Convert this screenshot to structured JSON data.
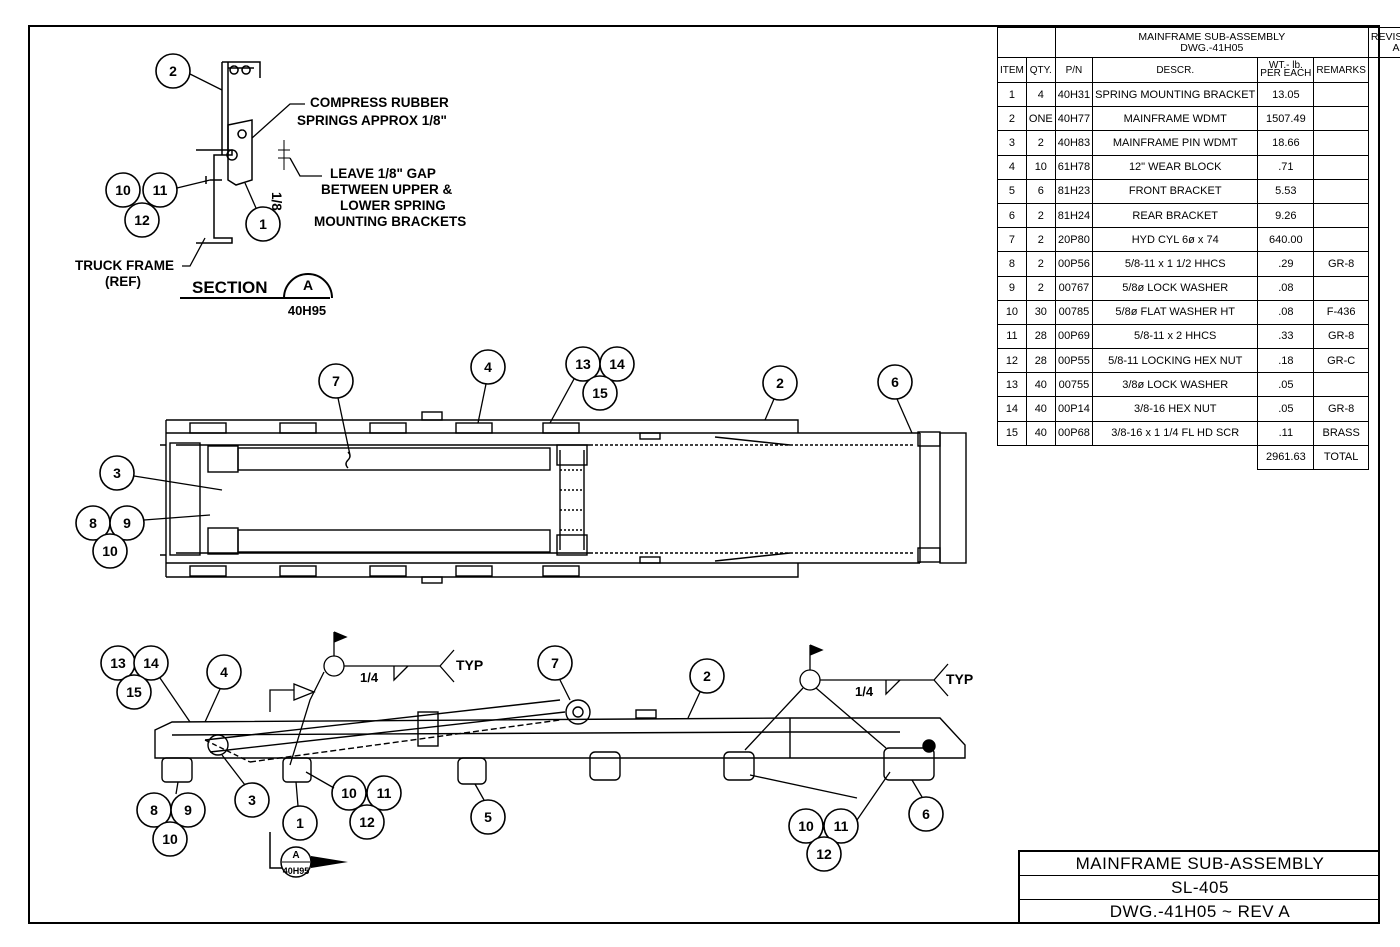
{
  "section_view": {
    "note_compress": [
      "COMPRESS RUBBER",
      "SPRINGS APPROX 1/8\""
    ],
    "note_gap": [
      "LEAVE 1/8\" GAP",
      "BETWEEN UPPER &",
      "LOWER SPRING",
      "MOUNTING BRACKETS"
    ],
    "dim_label": "1/8",
    "truck_frame": [
      "TRUCK FRAME",
      "(REF)"
    ],
    "section_label": "SECTION",
    "section_letter": "A",
    "section_sheet": "40H95"
  },
  "weld_symbol": {
    "size": "1/4",
    "note": "TYP"
  },
  "section_marker": {
    "letter": "A",
    "sheet": "40H95"
  },
  "bom": {
    "title": [
      "MAINFRAME SUB-ASSEMBLY",
      "DWG.-41H05"
    ],
    "revision": [
      "REVISION",
      "A"
    ],
    "headers": {
      "item": "ITEM",
      "qty": "QTY.",
      "pn": "P/N",
      "descr": "DESCR.",
      "wt": [
        "WT.- lb.",
        "PER EACH"
      ],
      "remarks": "REMARKS"
    },
    "rows": [
      {
        "item": "1",
        "qty": "4",
        "pn": "40H31",
        "descr": "SPRING MOUNTING BRACKET",
        "wt": "13.05",
        "remarks": ""
      },
      {
        "item": "2",
        "qty": "ONE",
        "pn": "40H77",
        "descr": "MAINFRAME WDMT",
        "wt": "1507.49",
        "remarks": ""
      },
      {
        "item": "3",
        "qty": "2",
        "pn": "40H83",
        "descr": "MAINFRAME PIN WDMT",
        "wt": "18.66",
        "remarks": ""
      },
      {
        "item": "4",
        "qty": "10",
        "pn": "61H78",
        "descr": "12\" WEAR BLOCK",
        "wt": ".71",
        "remarks": ""
      },
      {
        "item": "5",
        "qty": "6",
        "pn": "81H23",
        "descr": "FRONT BRACKET",
        "wt": "5.53",
        "remarks": ""
      },
      {
        "item": "6",
        "qty": "2",
        "pn": "81H24",
        "descr": "REAR BRACKET",
        "wt": "9.26",
        "remarks": ""
      },
      {
        "item": "7",
        "qty": "2",
        "pn": "20P80",
        "descr": "HYD CYL 6ø x 74",
        "wt": "640.00",
        "remarks": ""
      },
      {
        "item": "8",
        "qty": "2",
        "pn": "00P56",
        "descr": "5/8-11 x 1 1/2 HHCS",
        "wt": ".29",
        "remarks": "GR-8"
      },
      {
        "item": "9",
        "qty": "2",
        "pn": "00767",
        "descr": "5/8ø LOCK WASHER",
        "wt": ".08",
        "remarks": ""
      },
      {
        "item": "10",
        "qty": "30",
        "pn": "00785",
        "descr": "5/8ø FLAT WASHER HT",
        "wt": ".08",
        "remarks": "F-436"
      },
      {
        "item": "11",
        "qty": "28",
        "pn": "00P69",
        "descr": "5/8-11 x 2 HHCS",
        "wt": ".33",
        "remarks": "GR-8"
      },
      {
        "item": "12",
        "qty": "28",
        "pn": "00P55",
        "descr": "5/8-11 LOCKING HEX NUT",
        "wt": ".18",
        "remarks": "GR-C"
      },
      {
        "item": "13",
        "qty": "40",
        "pn": "00755",
        "descr": "3/8ø LOCK WASHER",
        "wt": ".05",
        "remarks": ""
      },
      {
        "item": "14",
        "qty": "40",
        "pn": "00P14",
        "descr": "3/8-16 HEX NUT",
        "wt": ".05",
        "remarks": "GR-8"
      },
      {
        "item": "15",
        "qty": "40",
        "pn": "00P68",
        "descr": "3/8-16 x 1 1/4 FL HD SCR",
        "wt": ".11",
        "remarks": "BRASS"
      }
    ],
    "total_value": "2961.63",
    "total_label": "TOTAL"
  },
  "title_block": {
    "title": "MAINFRAME SUB-ASSEMBLY",
    "model": "SL-405",
    "drawing": "DWG.-41H05 ~ REV A"
  }
}
